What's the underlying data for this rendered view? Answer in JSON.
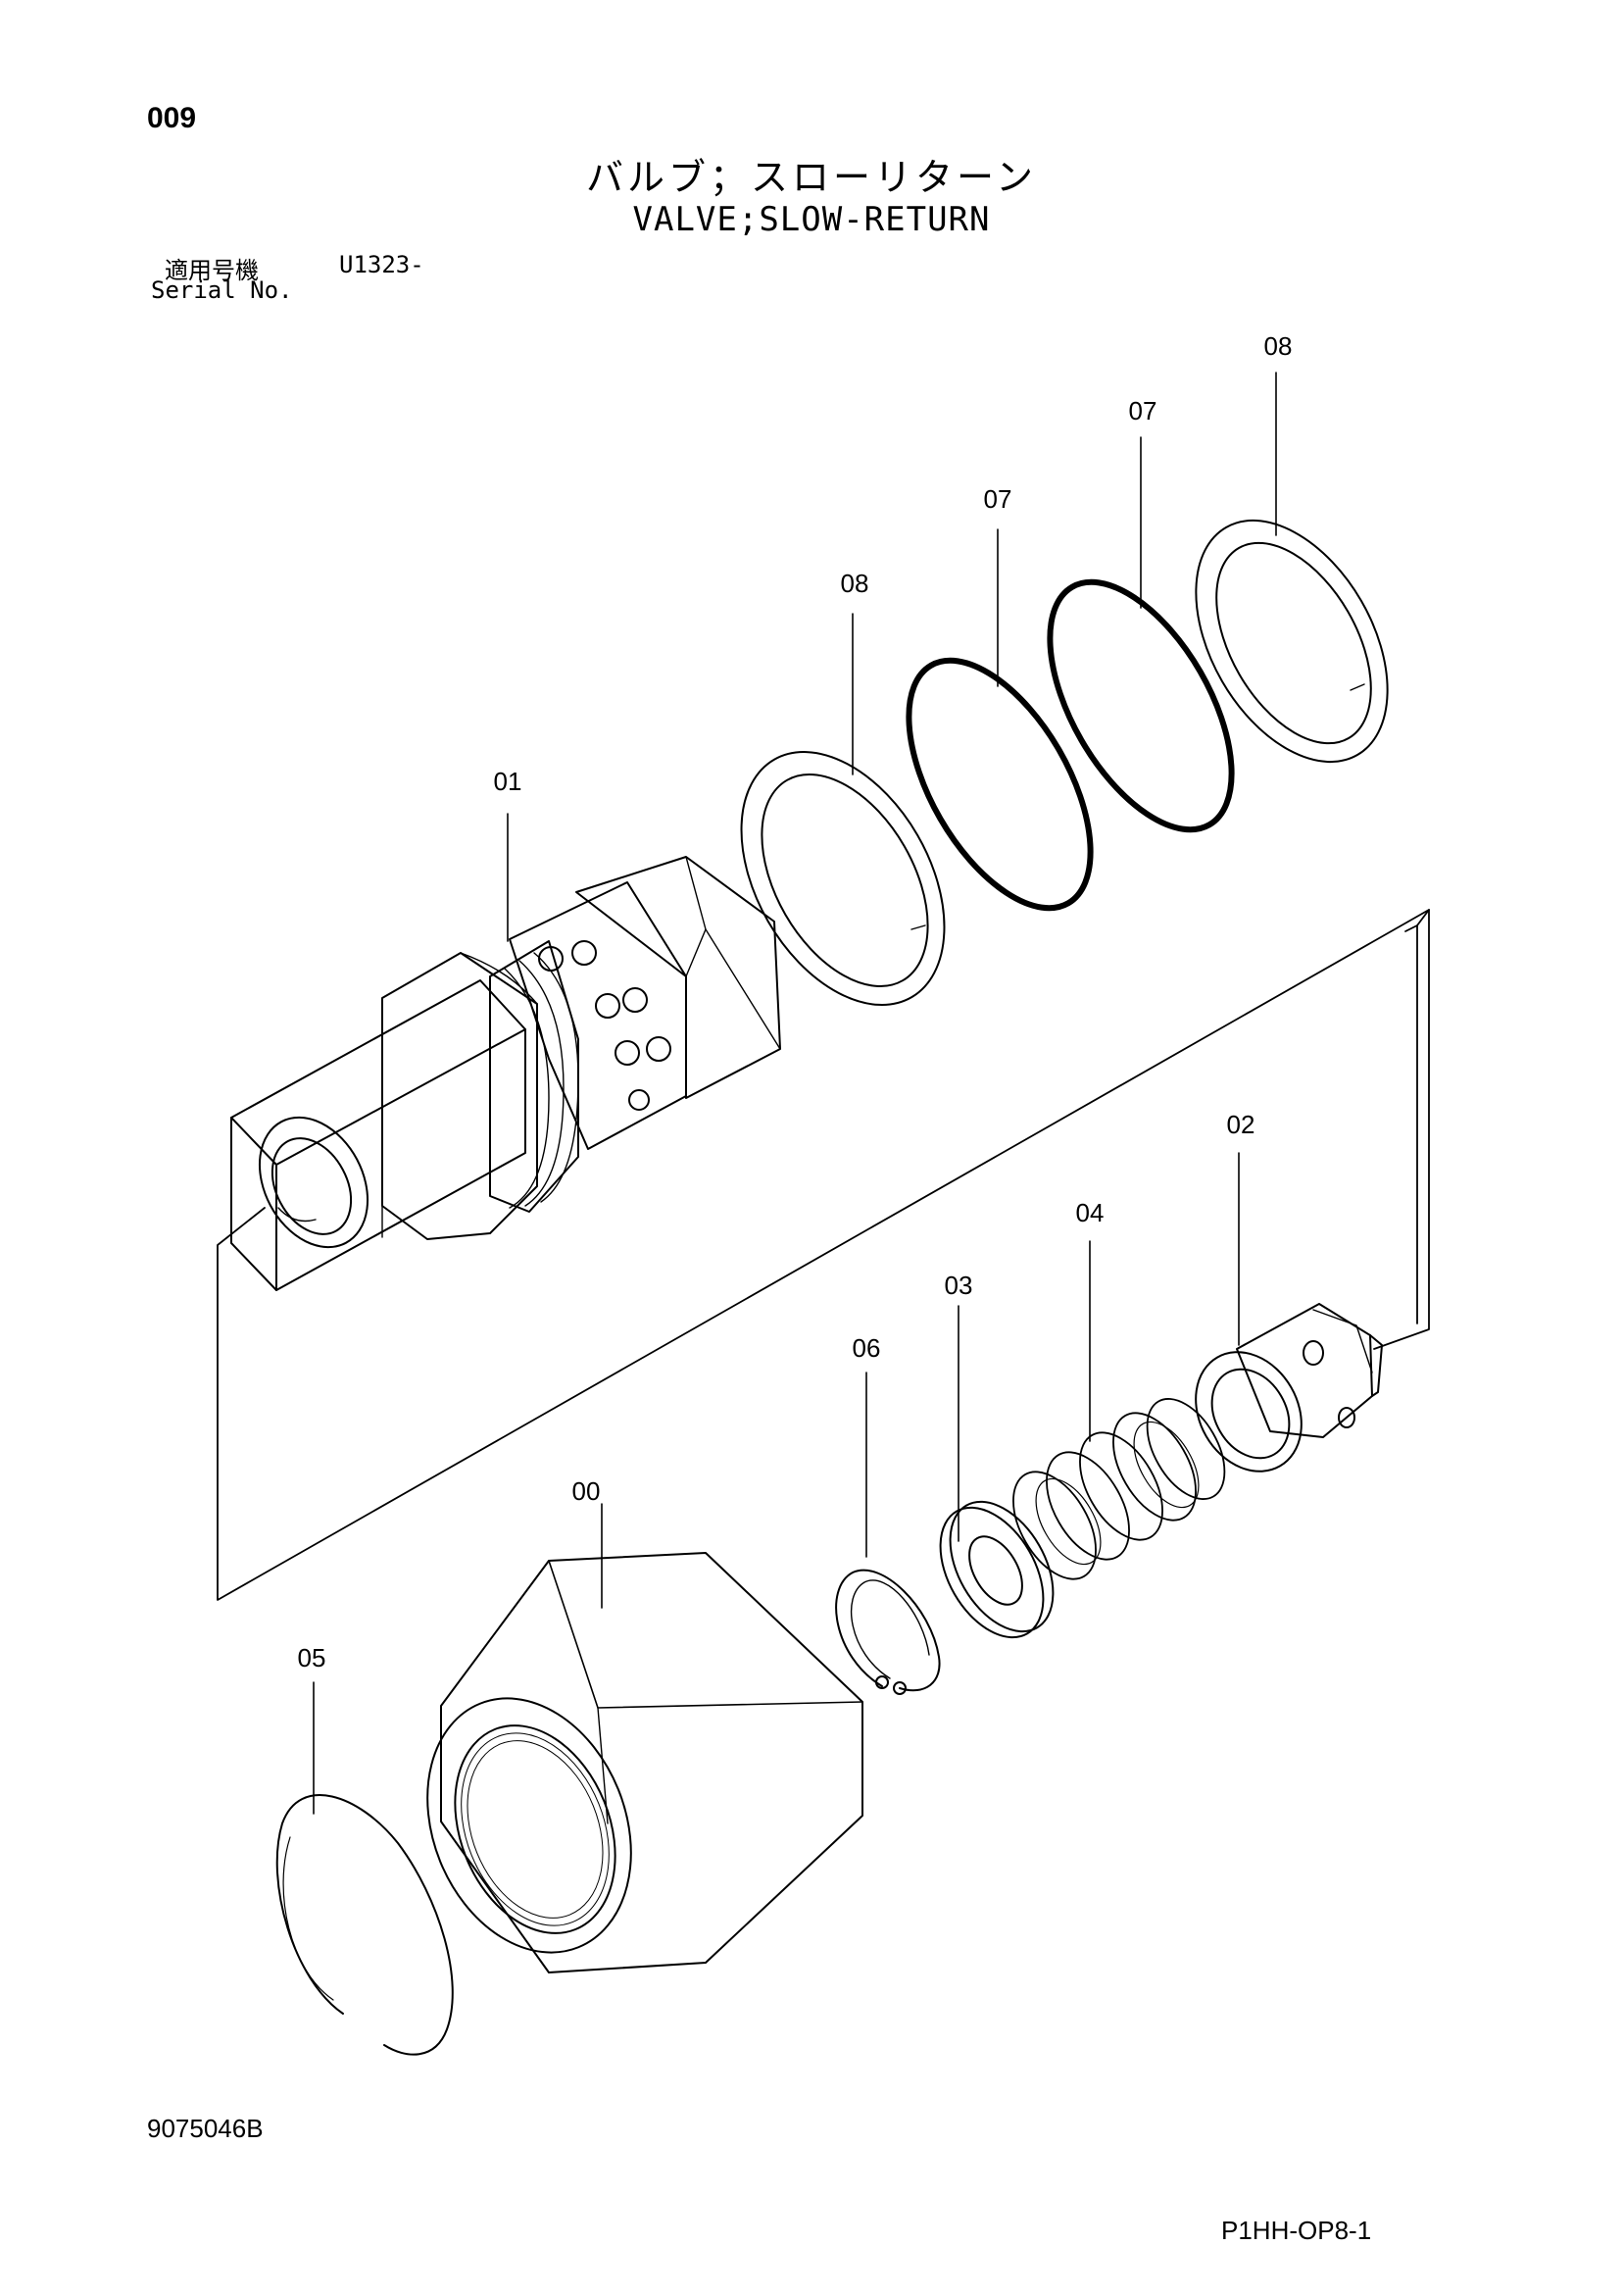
{
  "header": {
    "page_number": "009",
    "title_jp": "バルブ；スローリターン",
    "title_en": "VALVE;SLOW-RETURN",
    "serial_label_jp": "適用号機",
    "serial_value": "U1323-",
    "serial_label_en": "Serial No."
  },
  "callouts": {
    "c00": "00",
    "c01": "01",
    "c02": "02",
    "c03": "03",
    "c04": "04",
    "c05": "05",
    "c06": "06",
    "c07a": "07",
    "c07b": "07",
    "c08a": "08",
    "c08b": "08"
  },
  "footer": {
    "document_number": "9075046B",
    "reference": "P1HH-OP8-1"
  }
}
